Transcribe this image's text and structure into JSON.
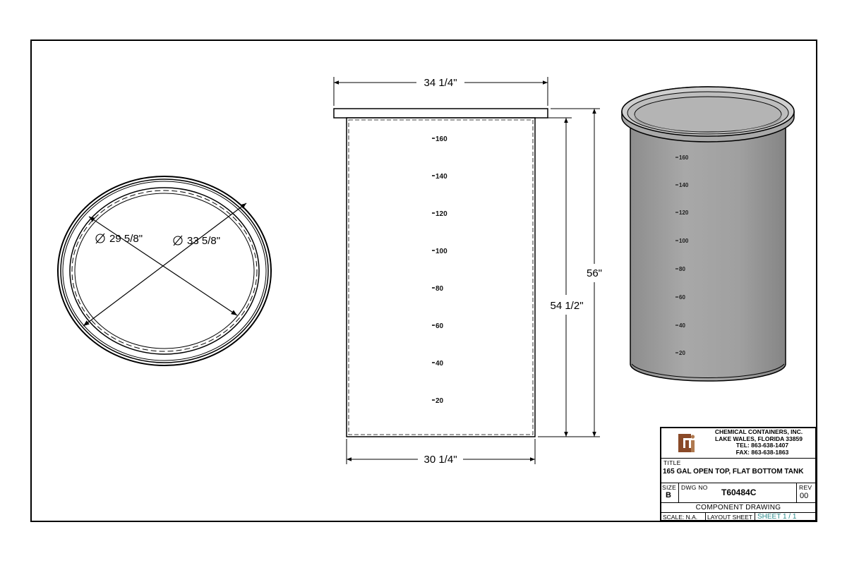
{
  "views": {
    "top": {
      "inner_diameter": "29 5/8\"",
      "outer_diameter": "33 5/8\""
    },
    "front": {
      "top_width": "34 1/4\"",
      "bottom_width": "30 1/4\"",
      "body_height": "54 1/2\"",
      "overall_height": "56\"",
      "gauge_marks": [
        "160",
        "140",
        "120",
        "100",
        "80",
        "60",
        "40",
        "20"
      ]
    },
    "iso": {
      "gauge_marks": [
        "160",
        "140",
        "120",
        "100",
        "80",
        "60",
        "40",
        "20"
      ],
      "fill_color": "#a3a3a3"
    }
  },
  "title_block": {
    "company": {
      "name": "CHEMICAL CONTAINERS, INC.",
      "address": "LAKE WALES, FLORIDA  33859",
      "tel": "TEL: 863-638-1407",
      "fax": "FAX: 863-638-1863",
      "logo_color": "#8a4a28"
    },
    "title_label": "TITLE",
    "title": "165 GAL OPEN TOP, FLAT BOTTOM TANK",
    "size_label": "SIZE",
    "size": "B",
    "dwg_label": "DWG NO",
    "dwg_no": "T60484C",
    "rev_label": "REV",
    "rev": "00",
    "drawing_type": "COMPONENT DRAWING",
    "scale": "SCALE: N.A.",
    "layout": "LAYOUT SHEET",
    "sheet": "SHEET 1 / 1"
  }
}
